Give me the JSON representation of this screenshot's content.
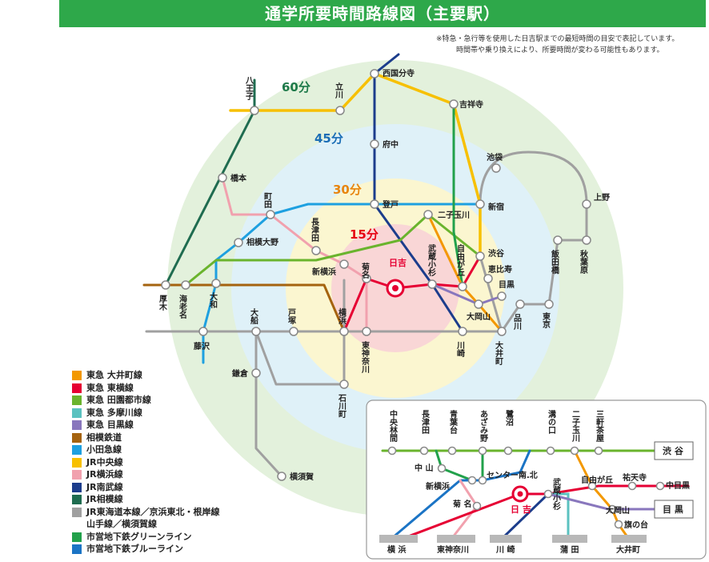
{
  "title": "通学所要時間路線図（主要駅）",
  "notes": [
    "※特急・急行等を使用した日吉駅までの最短時間の目安で表記しています。",
    "時間帯や乗り換えにより、所要時間が変わる可能性もあります。"
  ],
  "rings": [
    {
      "label": "15分",
      "color": "#e60012"
    },
    {
      "label": "30分",
      "color": "#e8850f"
    },
    {
      "label": "45分",
      "color": "#1a6db5"
    },
    {
      "label": "60分",
      "color": "#1e7a4a"
    }
  ],
  "center_station": "日吉",
  "stations": {
    "hachioji": "八王子",
    "tachikawa": "立川",
    "nishikokubunji": "西国分寺",
    "kichijoji": "吉祥寺",
    "fuchu": "府中",
    "hashimoto": "橋本",
    "machida": "町田",
    "noborito": "登戸",
    "ikebukuro": "池袋",
    "shinjuku": "新宿",
    "ueno": "上野",
    "futakotamagawa": "二子玉川",
    "nagatsuta": "長津田",
    "sagamiono": "相模大野",
    "iidabashi": "飯田橋",
    "akihabara": "秋葉原",
    "shibuya": "渋谷",
    "ebisu": "恵比寿",
    "jiyugaoka": "自由が丘",
    "musashikosugi": "武蔵小杉",
    "kikuna": "菊名",
    "shinyokohama": "新横浜",
    "meguro": "目黒",
    "atsugi": "厚木",
    "ebina": "海老名",
    "yamato": "大和",
    "ookayama": "大岡山",
    "shinagawa": "品川",
    "tokyo": "東京",
    "ofuna": "大船",
    "totsuka": "戸塚",
    "yokohama": "横浜",
    "higashikanagawa": "東神奈川",
    "kawasaki": "川崎",
    "oimachi": "大井町",
    "fujisawa": "藤沢",
    "kamakura": "鎌倉",
    "ishikawacho": "石川町",
    "yokosuka": "横須賀"
  },
  "legend": [
    {
      "label": "東急 大井町線",
      "color": "#f39800"
    },
    {
      "label": "東急 東横線",
      "color": "#e60033"
    },
    {
      "label": "東急 田園都市線",
      "color": "#6ab42d"
    },
    {
      "label": "東急 多摩川線",
      "color": "#5bc2c0"
    },
    {
      "label": "東急 目黒線",
      "color": "#8977bd"
    },
    {
      "label": "相模鉄道",
      "color": "#a5630f"
    },
    {
      "label": "小田急線",
      "color": "#1ea0e0"
    },
    {
      "label": "JR中央線",
      "color": "#f7c000"
    },
    {
      "label": "JR横浜線",
      "color": "#f1a1ae"
    },
    {
      "label": "JR南武線",
      "color": "#1c3d8c"
    },
    {
      "label": "JR相模線",
      "color": "#1f6c50"
    },
    {
      "label": "JR東海道本線／京浜東北・根岸線",
      "color": "#a0a0a0"
    },
    {
      "label": "山手線／横須賀線",
      "color": ""
    },
    {
      "label": "市営地下鉄グリーンライン",
      "color": "#22a14b"
    },
    {
      "label": "市営地下鉄ブルーライン",
      "color": "#1b74c5"
    }
  ],
  "inset": {
    "top_stations": [
      "中央林間",
      "長津田",
      "青葉台",
      "あざみ野",
      "鷺沼",
      "溝の口",
      "二子玉川",
      "三軒茶屋"
    ],
    "end_box_top": "渋 谷",
    "end_box_mid": "目 黒",
    "stations": {
      "nakayama": "中 山",
      "center": "センター南.北",
      "shinyokohama": "新横浜",
      "kikuna": "菊 名",
      "hiyoshi": "日 吉",
      "musashikosugi": "武蔵小杉",
      "jiyugaoka": "自由が丘",
      "yutenji": "祐天寺",
      "nakameguro": "中目黒",
      "ookayama": "大岡山",
      "hatanodai": "旗の台"
    },
    "bottom_stations": [
      "横 浜",
      "東神奈川",
      "川 崎",
      "蒲 田",
      "大井町"
    ]
  }
}
